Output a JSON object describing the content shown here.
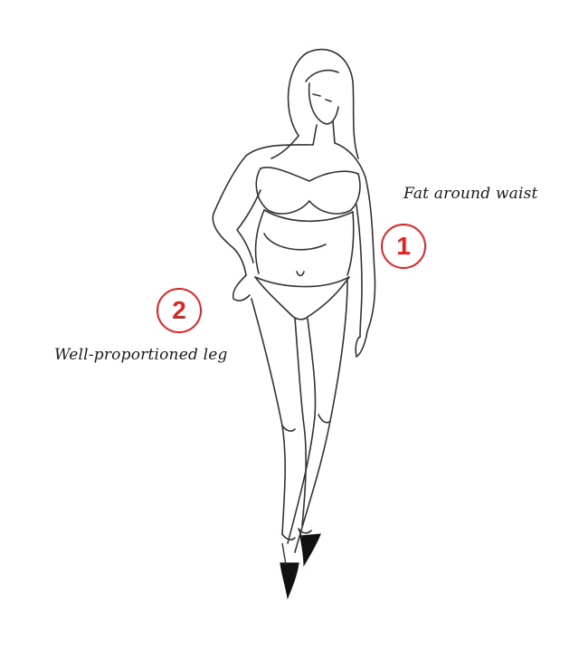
{
  "annotations": [
    {
      "number": "1",
      "text": "Fat around waist"
    },
    {
      "number": "2",
      "text": "Well-proportioned leg"
    }
  ],
  "colors": {
    "accent": "#e02424",
    "line": "#333333",
    "shoe": "#111111",
    "background": "#ffffff"
  },
  "icons": {
    "figure": "body-shape-figure"
  }
}
